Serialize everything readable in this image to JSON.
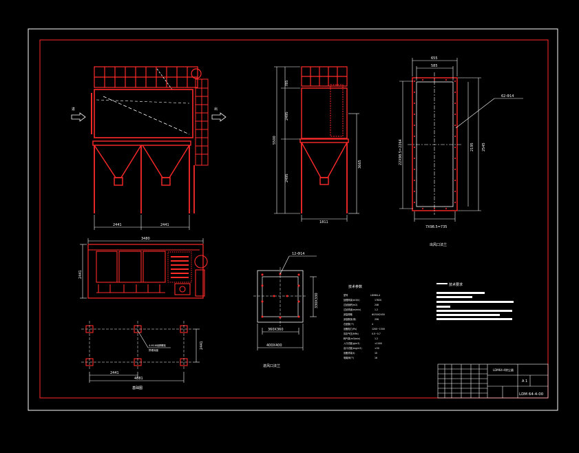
{
  "colors": {
    "background": "#000000",
    "outer_frame": "#ffffff",
    "inner_frame": "#ff2a2a",
    "outline": "#ff2a2a",
    "dimension": "#ffffff",
    "text": "#ffffff"
  },
  "drawing": {
    "front_view": {
      "inlet_arrow_label": "进",
      "outlet_arrow_label": "出",
      "dim_left": "2441",
      "dim_right": "2441"
    },
    "side_view": {
      "dim_top": "785",
      "dim_middle": "2495",
      "dim_overall": "5500",
      "dim_bottom": "2495",
      "dim_right": "3665",
      "dim_base": "1811"
    },
    "flange_view": {
      "dim_outer_width": "655",
      "dim_inner_width": "585",
      "hole_callout": "62-Φ14",
      "dim_left_vertical": "22X98.5=2264",
      "dim_inner_height": "2195",
      "dim_outer_height": "2545",
      "dim_bottom": "7X98.5=735",
      "caption": "出风口法兰"
    },
    "top_view": {
      "dim_width": "3480",
      "dim_depth": "2441"
    },
    "foundation_plan": {
      "anchor_note_line1": "4-M16地脚螺栓",
      "anchor_note_line2": "预埋深度",
      "dim_spacing": "2441",
      "dim_total": "4881",
      "dim_side": "2441",
      "caption": "基础图"
    },
    "inlet_flange": {
      "hole_callout": "12-Φ14",
      "dim_inner_height": "330X330",
      "dim_inner": "360X360",
      "dim_outer": "400X400",
      "caption": "进风口法兰"
    },
    "tech_params": {
      "title": "技术参数",
      "rows": [
        {
          "label": "型号",
          "value": "LDM64-4"
        },
        {
          "label": "处理风量(m3/h)",
          "value": "17820"
        },
        {
          "label": "过滤面积(m2)",
          "value": "248"
        },
        {
          "label": "过滤风速(m/min)",
          "value": "1.2"
        },
        {
          "label": "滤袋规格",
          "value": "Φ130X2450"
        },
        {
          "label": "滤袋数量(条)",
          "value": "256"
        },
        {
          "label": "仓室数(个)",
          "value": "4"
        },
        {
          "label": "设备阻力(Pa)",
          "value": "1200~1500"
        },
        {
          "label": "清灰气压(MPa)",
          "value": "0.5~0.7"
        },
        {
          "label": "耗气量(m3/min)",
          "value": "1.2"
        },
        {
          "label": "入口浓度(g/m3)",
          "value": "<1000"
        },
        {
          "label": "出口浓度(mg/m3)",
          "value": "<30"
        },
        {
          "label": "设备重量(t)",
          "value": "10"
        },
        {
          "label": "电磁阀(个)",
          "value": "16"
        }
      ]
    },
    "tech_requirements": {
      "title": "技术要求"
    },
    "title_block": {
      "drawing_name": "LDM64-4除尘器",
      "drawing_number": "LDM 64-4-00",
      "sheet": "A 1"
    }
  }
}
